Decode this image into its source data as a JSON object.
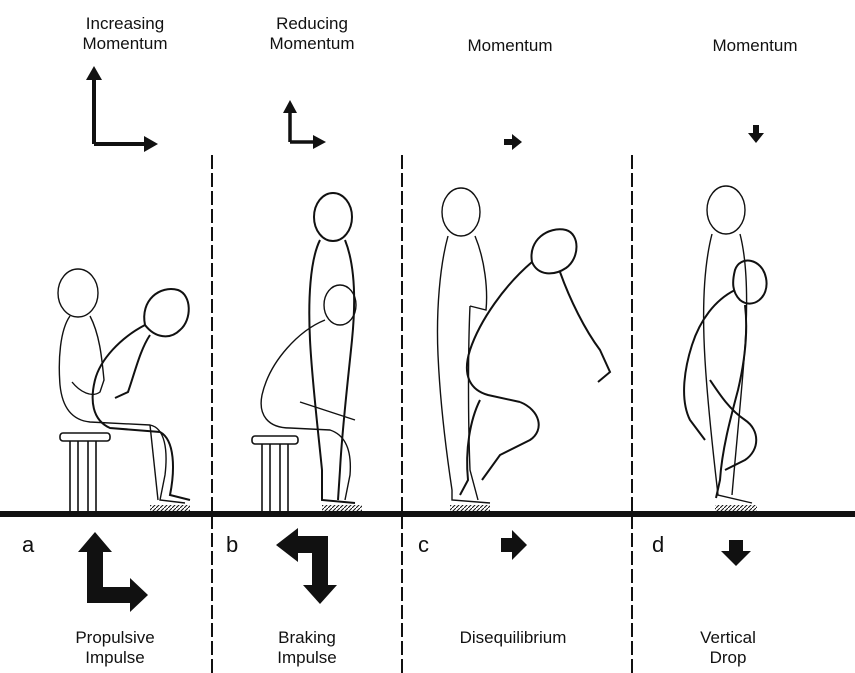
{
  "figure": {
    "panels": [
      {
        "letter": "a",
        "title": "Increasing\nMomentum",
        "caption": "Propulsive\nImpulse",
        "momentum_arrow_icon": "up-and-right-arrow-icon",
        "impulse_arrow_icon": "bold-up-and-right-arrow-icon"
      },
      {
        "letter": "b",
        "title": "Reducing\nMomentum",
        "caption": "Braking\nImpulse",
        "momentum_arrow_icon": "small-up-and-right-arrow-icon",
        "impulse_arrow_icon": "bold-left-and-down-arrow-icon"
      },
      {
        "letter": "c",
        "title": "Momentum",
        "caption": "Disequilibrium",
        "momentum_arrow_icon": "small-right-arrow-icon",
        "impulse_arrow_icon": "bold-right-arrow-icon"
      },
      {
        "letter": "d",
        "title": "Momentum",
        "caption": "Vertical\nDrop",
        "momentum_arrow_icon": "small-down-arrow-icon",
        "impulse_arrow_icon": "bold-down-arrow-icon"
      }
    ],
    "colors": {
      "ink": "#111111",
      "background": "#ffffff"
    }
  }
}
